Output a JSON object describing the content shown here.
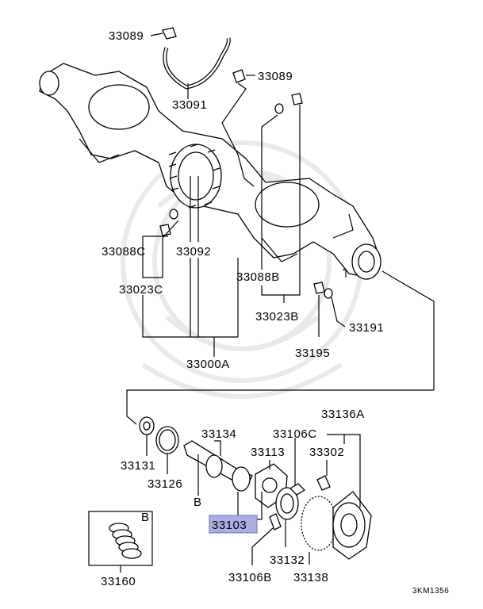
{
  "labels": {
    "p33089_top": "33089",
    "p33089_mid": "33089",
    "p33091": "33091",
    "p33088c": "33088C",
    "p33092": "33092",
    "p33088b": "33088B",
    "p33023c": "33023C",
    "p33023b": "33023B",
    "p33191": "33191",
    "p33195": "33195",
    "p33000a": "33000A",
    "p33136a": "33136A",
    "p33134": "33134",
    "p33106c": "33106C",
    "p33113": "33113",
    "p33302": "33302",
    "p33131": "33131",
    "p33126": "33126",
    "p33103": "33103",
    "p33132": "33132",
    "p33106b": "33106B",
    "p33138": "33138",
    "p33160": "33160",
    "marker_b_box": "B",
    "marker_b_shaft": "B",
    "diagram_code": "3KM1356"
  },
  "highlight_color": "#aab0e6"
}
